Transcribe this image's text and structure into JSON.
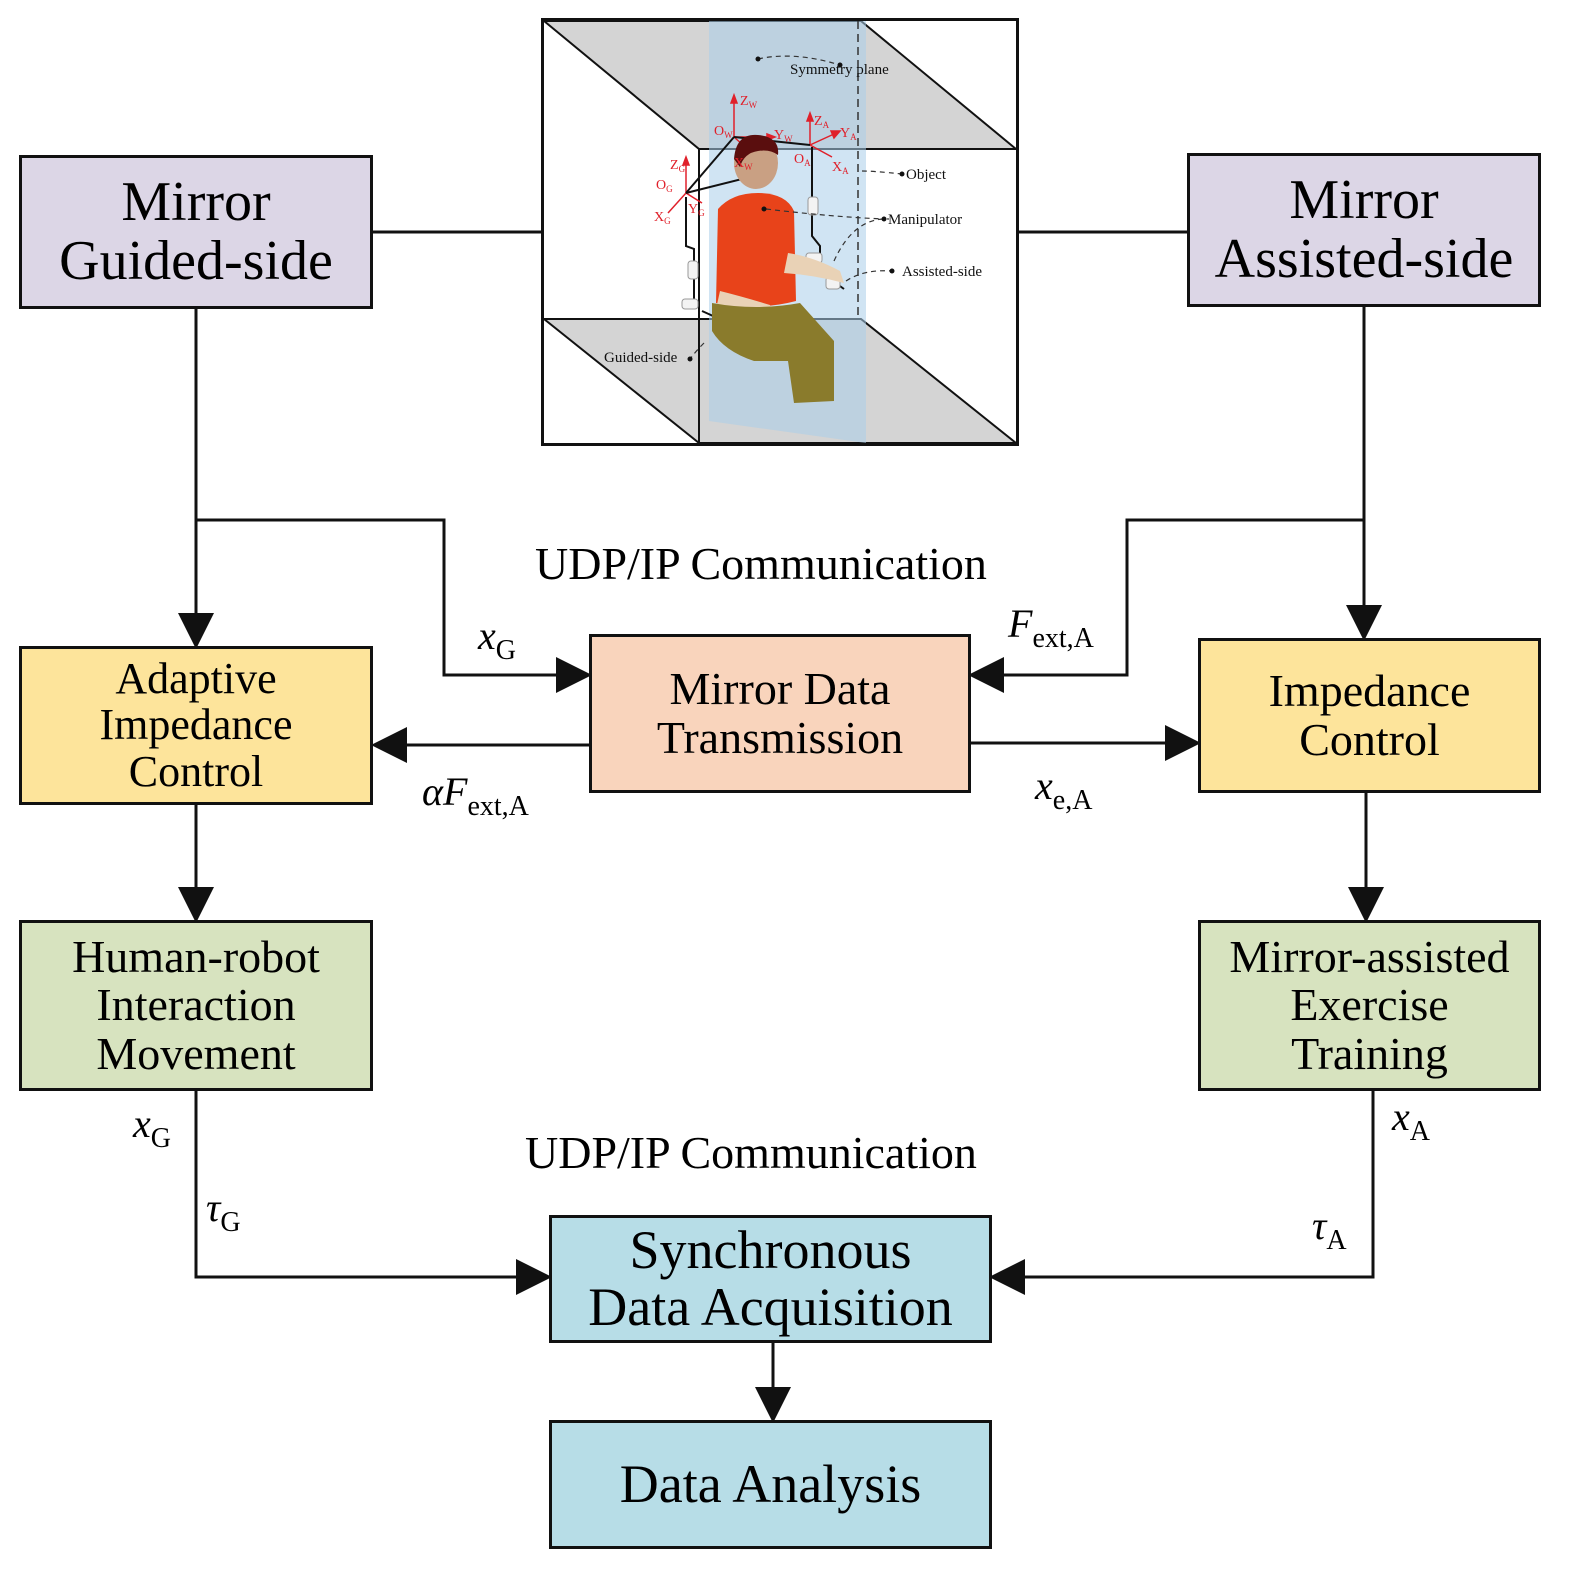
{
  "diagram": {
    "colors": {
      "mirror_boxes": "#dcd6e6",
      "control_boxes": "#fde49b",
      "transmission_box": "#f9d4bc",
      "movement_boxes": "#d7e3bf",
      "data_boxes": "#b7dde7",
      "axis_red": "#e0202a"
    },
    "boxes": {
      "mirror_guided": [
        "Mirror",
        "Guided-side"
      ],
      "mirror_assisted": [
        "Mirror",
        "Assisted-side"
      ],
      "adaptive_impedance": [
        "Adaptive",
        "Impedance",
        "Control"
      ],
      "mirror_data_transmission": [
        "Mirror Data",
        "Transmission"
      ],
      "impedance_control": [
        "Impedance",
        "Control"
      ],
      "human_robot": [
        "Human-robot",
        "Interaction",
        "Movement"
      ],
      "mirror_assisted_training": [
        "Mirror-assisted",
        "Exercise",
        "Training"
      ],
      "synchronous_acquisition": [
        "Synchronous",
        "Data Acquisition"
      ],
      "data_analysis": [
        "Data Analysis"
      ]
    },
    "labels": {
      "udp_top": "UDP/IP Communication",
      "udp_bottom": "UDP/IP Communication"
    },
    "signals": {
      "xG_top": {
        "main": "x",
        "sub": "G"
      },
      "F_ext_A": {
        "main": "F",
        "sub": "ext,A"
      },
      "alpha_F_ext_A": {
        "prefix": "α",
        "main": "F",
        "sub": "ext,A"
      },
      "x_e_A": {
        "main": "x",
        "sub": "e,A"
      },
      "xG_bottom": {
        "main": "x",
        "sub": "G"
      },
      "tau_G": {
        "main": "τ",
        "sub": "G"
      },
      "x_A": {
        "main": "x",
        "sub": "A"
      },
      "tau_A": {
        "main": "τ",
        "sub": "A"
      }
    },
    "illustration": {
      "annotations": {
        "symmetry_plane": "Symmetry plane",
        "object": "Object",
        "manipulator": "Manipulator",
        "assisted_side": "Assisted-side",
        "guided_side": "Guided-side"
      },
      "frames": {
        "world": {
          "origin": "O",
          "origin_sub": "W",
          "x": "X",
          "x_sub": "W",
          "y": "Y",
          "y_sub": "W",
          "z": "Z",
          "z_sub": "W"
        },
        "assisted": {
          "origin": "O",
          "origin_sub": "A",
          "x": "X",
          "x_sub": "A",
          "y": "Y",
          "y_sub": "A",
          "z": "Z",
          "z_sub": "A"
        },
        "guided": {
          "origin": "O",
          "origin_sub": "G",
          "x": "X",
          "x_sub": "G",
          "y": "Y",
          "y_sub": "G",
          "z": "Z",
          "z_sub": "G"
        }
      }
    }
  }
}
